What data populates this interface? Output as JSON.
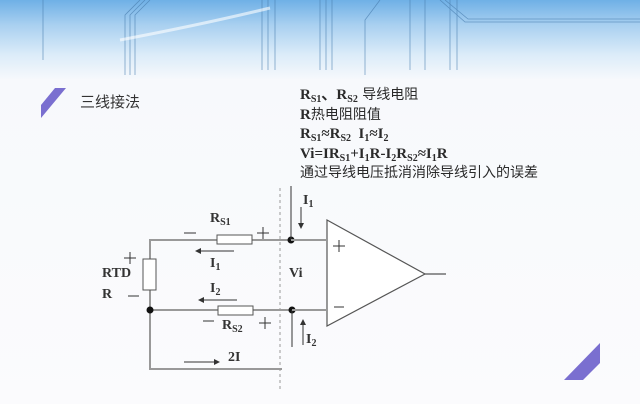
{
  "slide": {
    "title": "三线接法",
    "accent_color": "#7a6fd0",
    "notes": [
      {
        "id": "wires",
        "text": "RS1、RS2 导线电阻"
      },
      {
        "id": "rtd",
        "text": "R热电阻阻值"
      },
      {
        "id": "approx",
        "text": "RS1≈RS2 I1≈I2"
      },
      {
        "id": "vi",
        "text": "Vi=IRS1+I1R-I2RS2≈I1R"
      },
      {
        "id": "conclusion",
        "text": "通过导线电压抵消消除导线引入的误差"
      }
    ],
    "note_parts": {
      "rs1": "R",
      "s1": "S1",
      "sep": "、",
      "rs2": "R",
      "s2": "S2",
      "wire_res": " 导线电阻",
      "r": "R",
      "rtd_val": "热电阻阻值",
      "approx_r1": "R",
      "approx_s1": "S1",
      "approx_eq1": "≈",
      "approx_r2": "R",
      "approx_s2": "S2",
      "approx_i1": "I",
      "approx_1": "1",
      "approx_eq2": "≈",
      "approx_i2": "I",
      "approx_2": "2",
      "vi_a": "Vi=IR",
      "vi_s1": "S1",
      "vi_b": "+I",
      "vi_1": "1",
      "vi_c": "R-I",
      "vi_2": "2",
      "vi_d": "R",
      "vi_s2": "S2",
      "vi_e": "≈I",
      "vi_1b": "1",
      "vi_f": "R",
      "conclusion": "通过导线电压抵消消除导线引入的误差"
    }
  },
  "circuit": {
    "labels": {
      "rs1": "R",
      "rs1_sub": "S1",
      "rs2": "R",
      "rs2_sub": "S2",
      "i1": "I",
      "i1_sub": "1",
      "i2": "I",
      "i2_sub": "2",
      "rtd": "RTD",
      "r": "R",
      "vi": "Vi",
      "two_i": "2I",
      "plus": "+",
      "minus": "—"
    }
  }
}
